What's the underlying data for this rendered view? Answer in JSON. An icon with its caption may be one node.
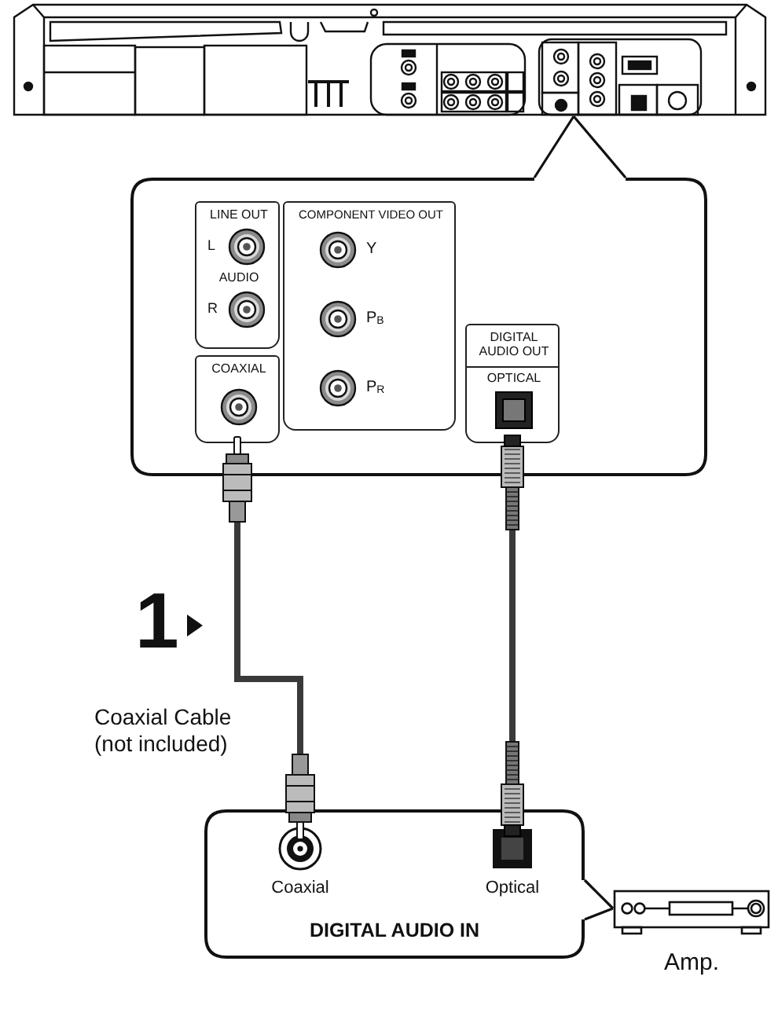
{
  "diagram": {
    "nodes": [
      {
        "text": [],
        "shape": "picture"
      },
      {
        "text": [],
        "shape": "box"
      },
      {
        "text": [
          "LINE OUT",
          "L",
          "AUDIO",
          "R"
        ],
        "in": 1
      },
      {
        "text": [
          "COMPONENT VIDEO OUT",
          "Y",
          "P$_{B}$",
          "P$_{R}$"
        ],
        "in": 1
      },
      {
        "text": [
          "COAXIAL"
        ],
        "in": 1
      },
      {
        "text": [
          "DIGITAL AUDIO OUT",
          "OPTICAL"
        ],
        "in": 1
      },
      {
        "text": [
          "DIGITAL AUDIO IN"
        ]
      },
      {
        "text": [
          "Coaxial"
        ],
        "in": 6
      },
      {
        "text": [
          "Optical"
        ],
        "in": 6
      },
      {
        "text": [],
        "shape": "picture",
        "beside": [
          "Amp."
        ]
      }
    ],
    "edges": [
      {
        "from": 4,
        "to": 7,
        "arrow": "other",
        "label": "Coaxial Cable (not included)",
        "style": "thick"
      },
      {
        "from": 5,
        "to": 8,
        "arrow": "other",
        "style": "thick"
      },
      {
        "from": 1,
        "to": 0,
        "arrow": "none"
      },
      {
        "from": 6,
        "to": 9,
        "arrow": "none"
      }
    ],
    "labels": [
      "1"
    ]
  }
}
